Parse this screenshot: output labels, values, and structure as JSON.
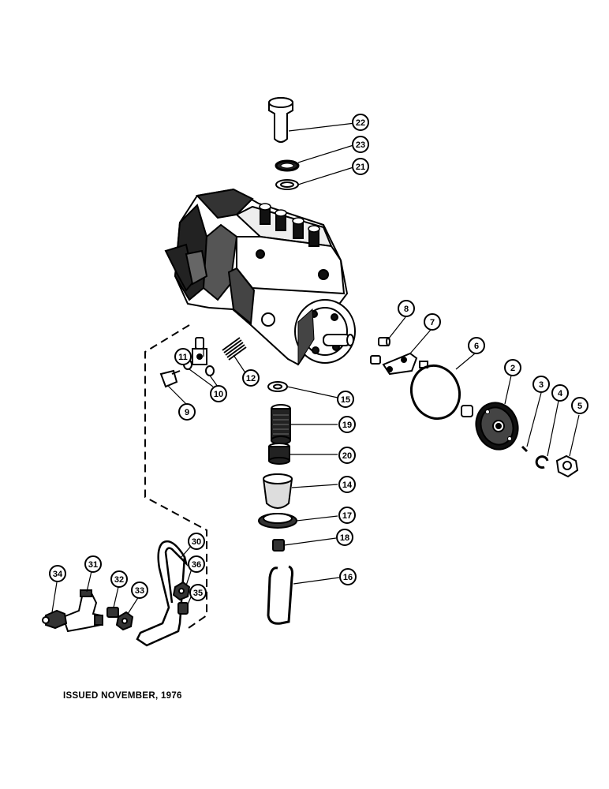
{
  "footer": {
    "issued_text": "ISSUED NOVEMBER, 1976"
  },
  "callouts": {
    "c22": "22",
    "c23": "23",
    "c21": "21",
    "c8": "8",
    "c7": "7",
    "c6": "6",
    "c2": "2",
    "c3": "3",
    "c4": "4",
    "c5": "5",
    "c11": "11",
    "c12": "12",
    "c10": "10",
    "c9": "9",
    "c15": "15",
    "c19": "19",
    "c20": "20",
    "c14": "14",
    "c17": "17",
    "c18": "18",
    "c16": "16",
    "c30": "30",
    "c36": "36",
    "c35": "35",
    "c34": "34",
    "c31": "31",
    "c32": "32",
    "c33": "33"
  }
}
